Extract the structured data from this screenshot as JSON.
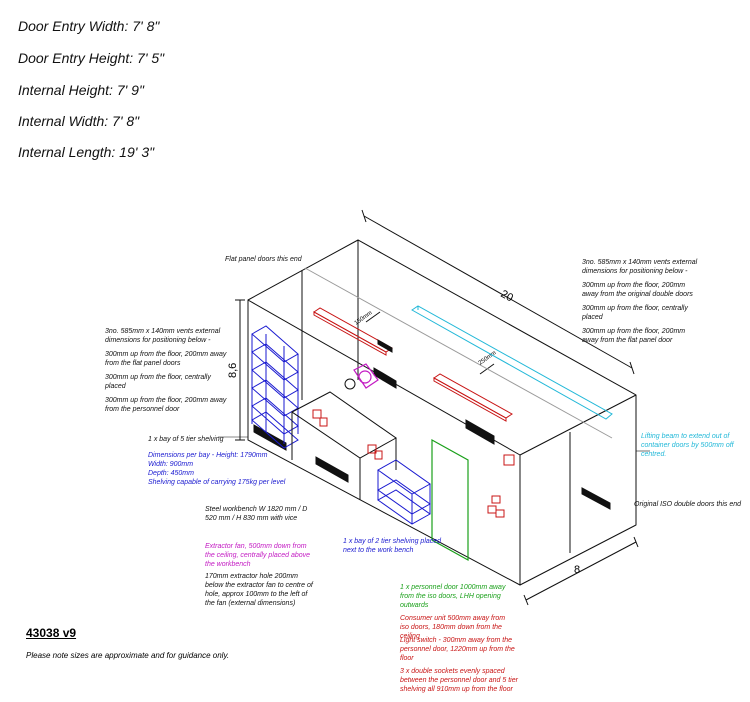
{
  "specs": [
    "Door Entry Width: 7' 8\"",
    "Door Entry Height: 7' 5\"",
    "Internal Height: 7' 9\"",
    "Internal Width: 7' 8\"",
    "Internal Length: 19' 3\""
  ],
  "dimensions": {
    "length": "20",
    "height": "8,6",
    "width": "8",
    "vent_gap": "150mm",
    "beam_gap": "250mm"
  },
  "labels": {
    "flat_panel": "Flat panel doors this end",
    "vents_right": [
      "3no. 585mm x 140mm vents external dimensions for positioning below -",
      "300mm up from the floor, 200mm away from the original double doors",
      "300mm up from the floor, centrally placed",
      "300mm up from the floor, 200mm away from the flat panel door"
    ],
    "vents_left": [
      "3no. 585mm x 140mm vents external dimensions for positioning below -",
      "300mm up from the floor, 200mm away from the flat panel doors",
      "300mm up from the floor, centrally placed",
      "300mm up from the floor, 200mm away from the personnel door"
    ],
    "shelving_5": "1 x bay of 5 tier shelving",
    "shelving_dims": [
      "Dimensions per bay - Height: 1790mm",
      "Width: 900mm",
      "Depth: 450mm",
      "Shelving capable of carrying 175kg per level"
    ],
    "lifting_beam": "Lifting beam to extend out of container doors by 500mm off centred.",
    "iso_doors": "Original ISO double doors this end",
    "workbench": "Steel workbench W 1820 mm / D 520 mm / H 830 mm with vice",
    "extractor": "Extractor fan, 500mm down from the ceiling, centrally placed above the workbench",
    "extractor_hole": "170mm extractor hole 200mm below the extractor fan to centre of hole, approx 100mm to the left of the fan (external dimensions)",
    "shelving_2": "1 x bay of 2 tier shelving placed next to the work bench",
    "personnel_door": "1 x personnel door 1000mm away from the iso doors, LHH opening outwards",
    "consumer_unit": "Consumer unit 500mm away from iso doors, 180mm down from the ceiling",
    "light_switch": "Light switch - 300mm away from the personnel door, 1220mm up from the floor",
    "sockets": "3 x double sockets evenly spaced between the personnel door and 5 tier shelving all 910mm up from the floor"
  },
  "reference": "43038 v9",
  "disclaimer": "Please note sizes are approximate and for guidance only.",
  "colors": {
    "line": "#111111",
    "blue": "#1a1ad0",
    "magenta": "#c31ac3",
    "green": "#1aa01a",
    "red": "#c81414",
    "cyan": "#22b8d8",
    "grey": "#9a9a9a"
  }
}
